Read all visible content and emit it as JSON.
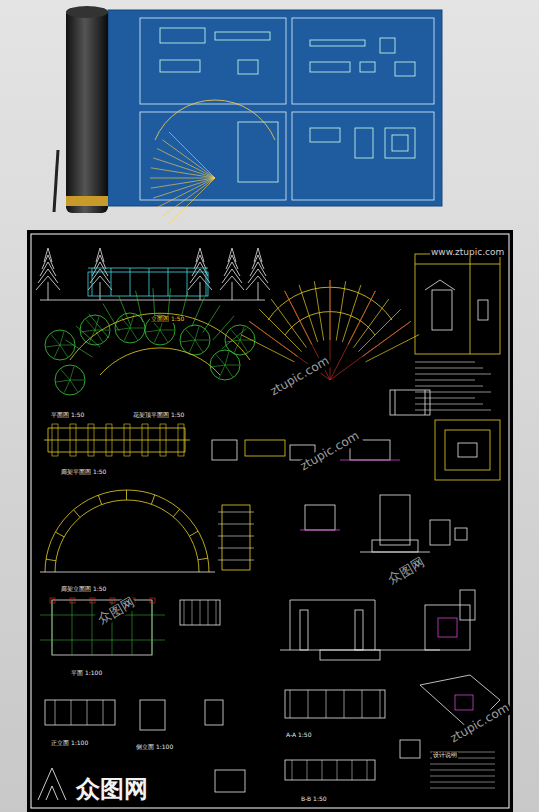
{
  "diagram": {
    "labels": [
      "www.ztupic.com",
      "立面图 1:50",
      "平面图 1:50",
      "花架顶平面图 1:50",
      "廊架平面图 1:50",
      "廊架立面图 1:50",
      "平面 1:100",
      "正立面 1:100",
      "侧立面 1:100",
      "A-A 1:50",
      "B-B 1:50",
      "设计说明",
      "ztupic.com",
      "众图网",
      "ztupic.com",
      "众图网",
      "ztupic.com",
      "众图网"
    ]
  }
}
